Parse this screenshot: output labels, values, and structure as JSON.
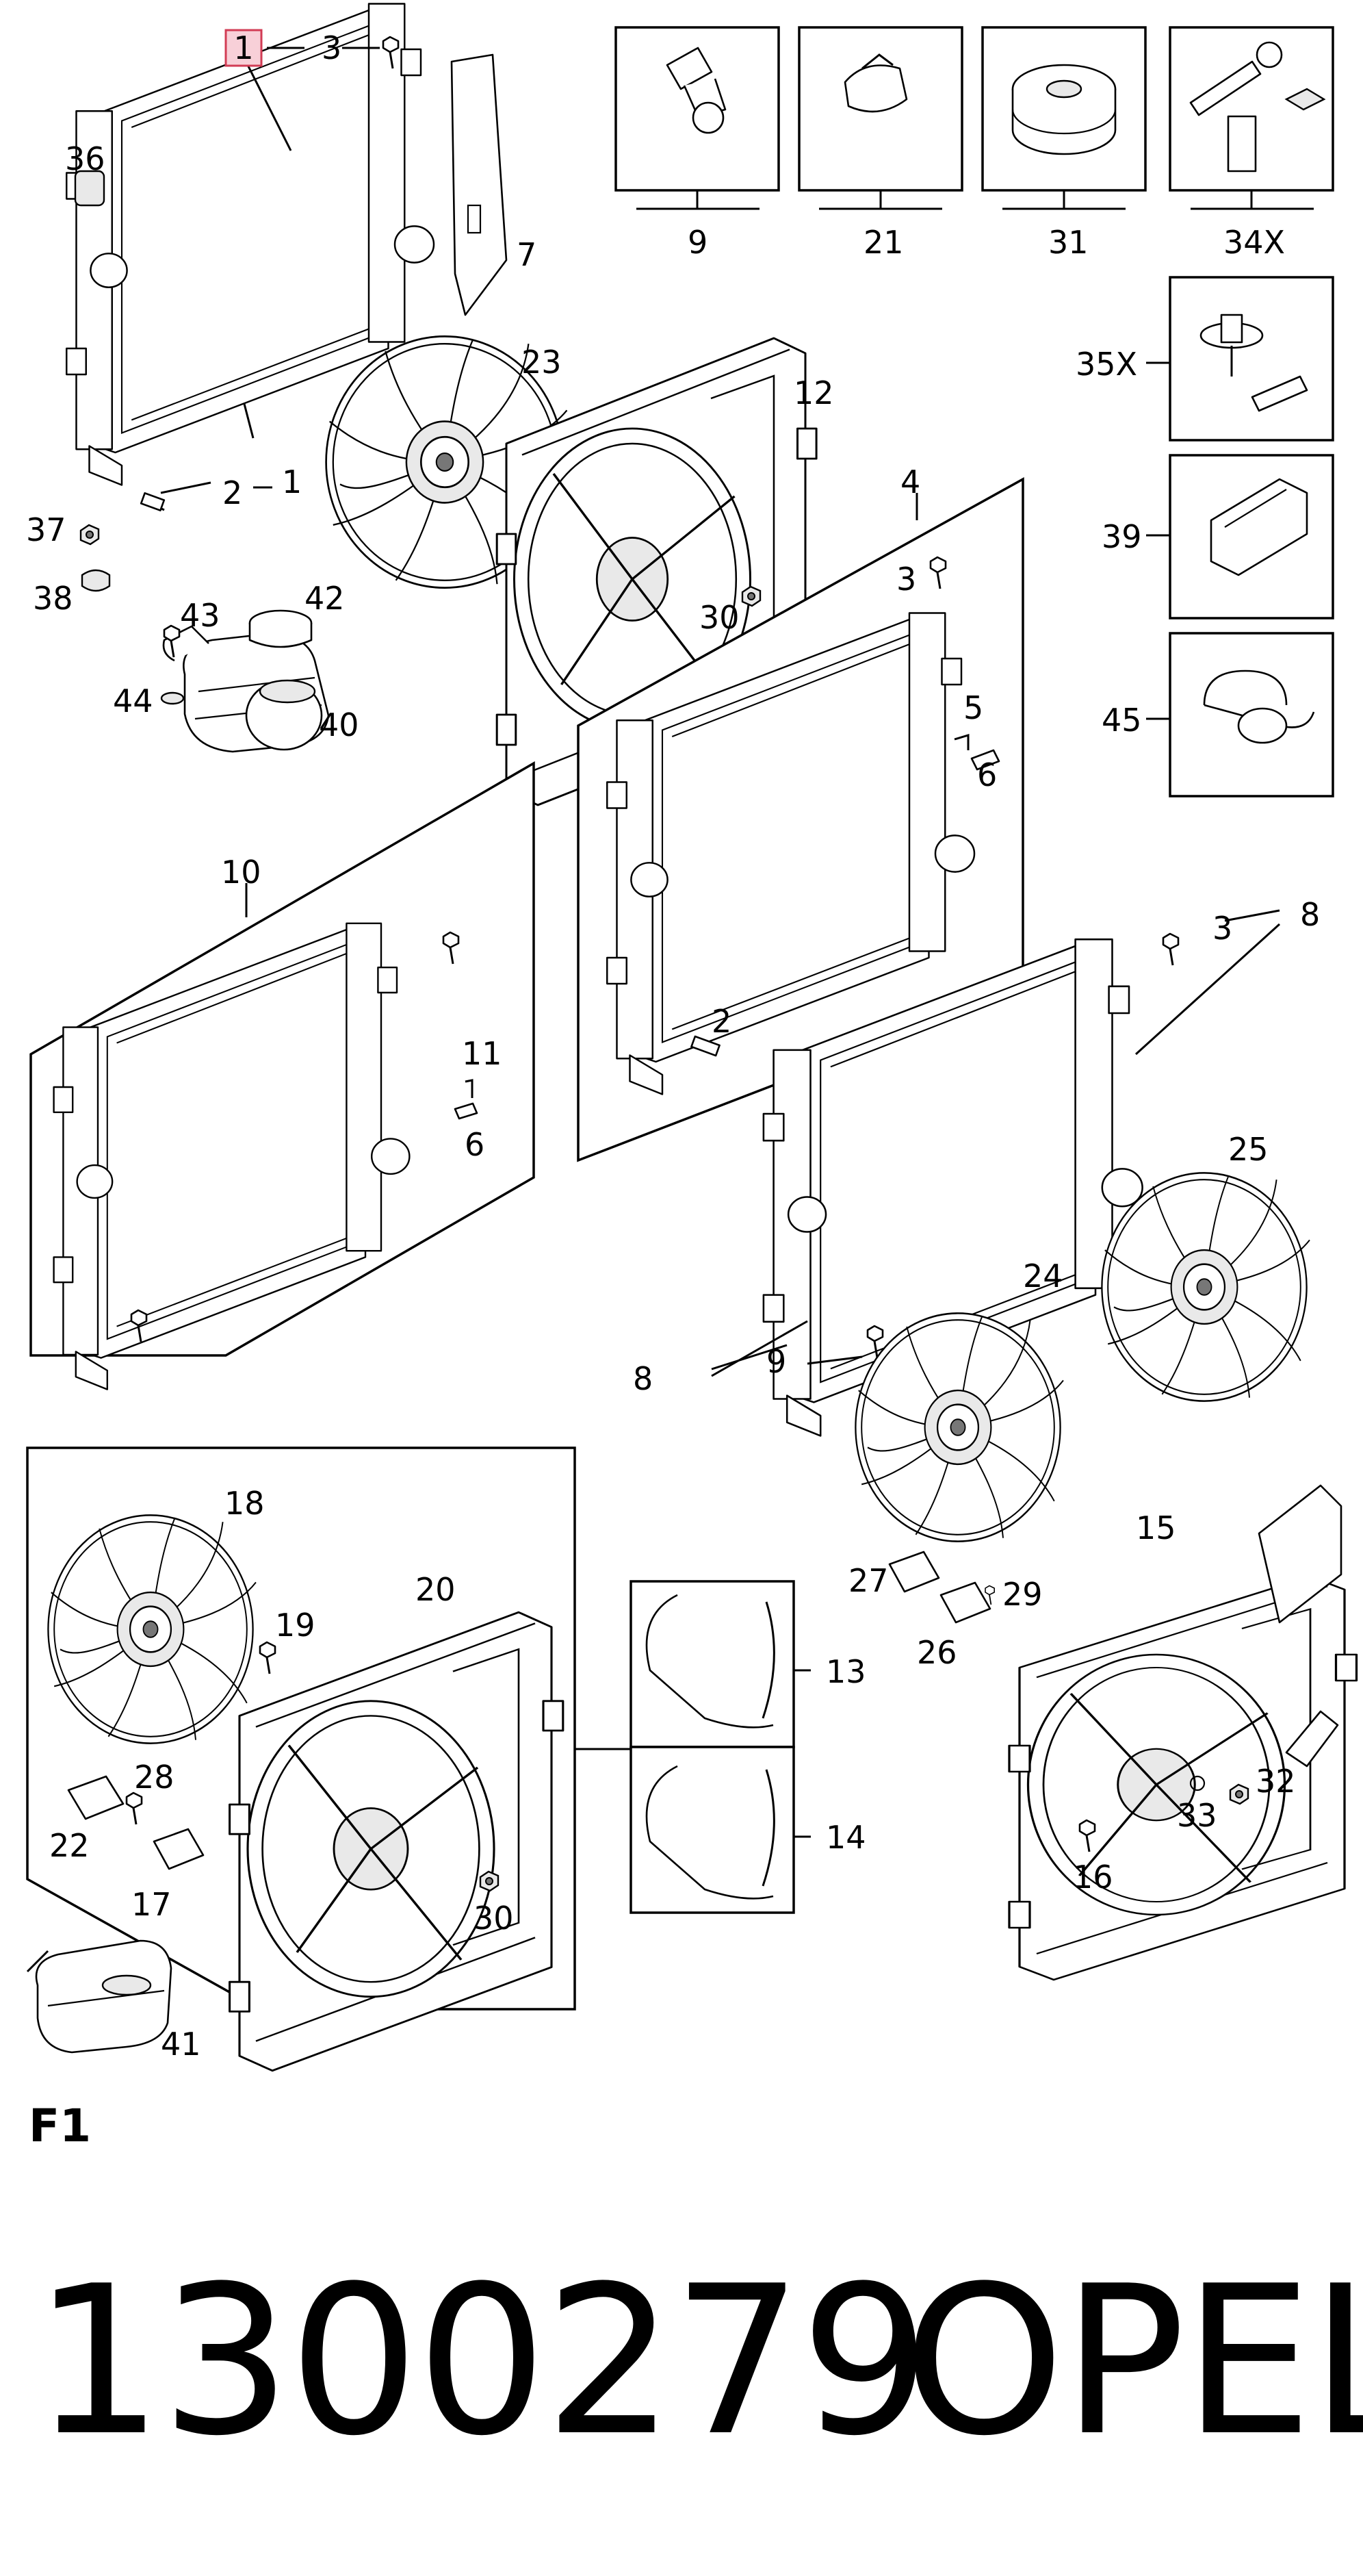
{
  "labels": {
    "l1_boxed": "1",
    "l3_top": "3",
    "l36": "36",
    "l7": "7",
    "l23": "23",
    "l2_top": "2",
    "l1_right": "1",
    "l37": "37",
    "l38": "38",
    "l43": "43",
    "l42": "42",
    "l44": "44",
    "l40": "40",
    "l12": "12",
    "l30_top": "30",
    "l4": "4",
    "l3_mid": "3",
    "l5": "5",
    "l6_mid": "6",
    "l2_mid": "2",
    "l10": "10",
    "l11": "11",
    "l6_left": "6",
    "l3_right": "3",
    "l8_top": "8",
    "l25": "25",
    "l24": "24",
    "l8_bottom": "8",
    "l9_mid": "9",
    "l9_box": "9",
    "l21": "21",
    "l31": "31",
    "l34x": "34X",
    "l35x": "35X",
    "l39": "39",
    "l45": "45",
    "l18": "18",
    "l19": "19",
    "l20": "20",
    "l28": "28",
    "l22": "22",
    "l17": "17",
    "l30_bottom": "30",
    "l13": "13",
    "l14": "14",
    "l15": "15",
    "l27": "27",
    "l29": "29",
    "l26": "26",
    "l33": "33",
    "l32": "32",
    "l16": "16",
    "l41": "41"
  },
  "section_label": "F1",
  "part_number": "1300279",
  "brand": "OPEL",
  "colors": {
    "highlight_fill": "#f8d0d8",
    "highlight_stroke": "#d23c55",
    "line": "#000000"
  },
  "icons": [
    "radiator-icon",
    "fan-icon",
    "fan-shroud-icon",
    "expansion-tank-icon",
    "clip-icon",
    "grommet-icon",
    "bolt-nut-icon",
    "rivet-screw-icon",
    "bracket-icon",
    "resistor-icon"
  ]
}
